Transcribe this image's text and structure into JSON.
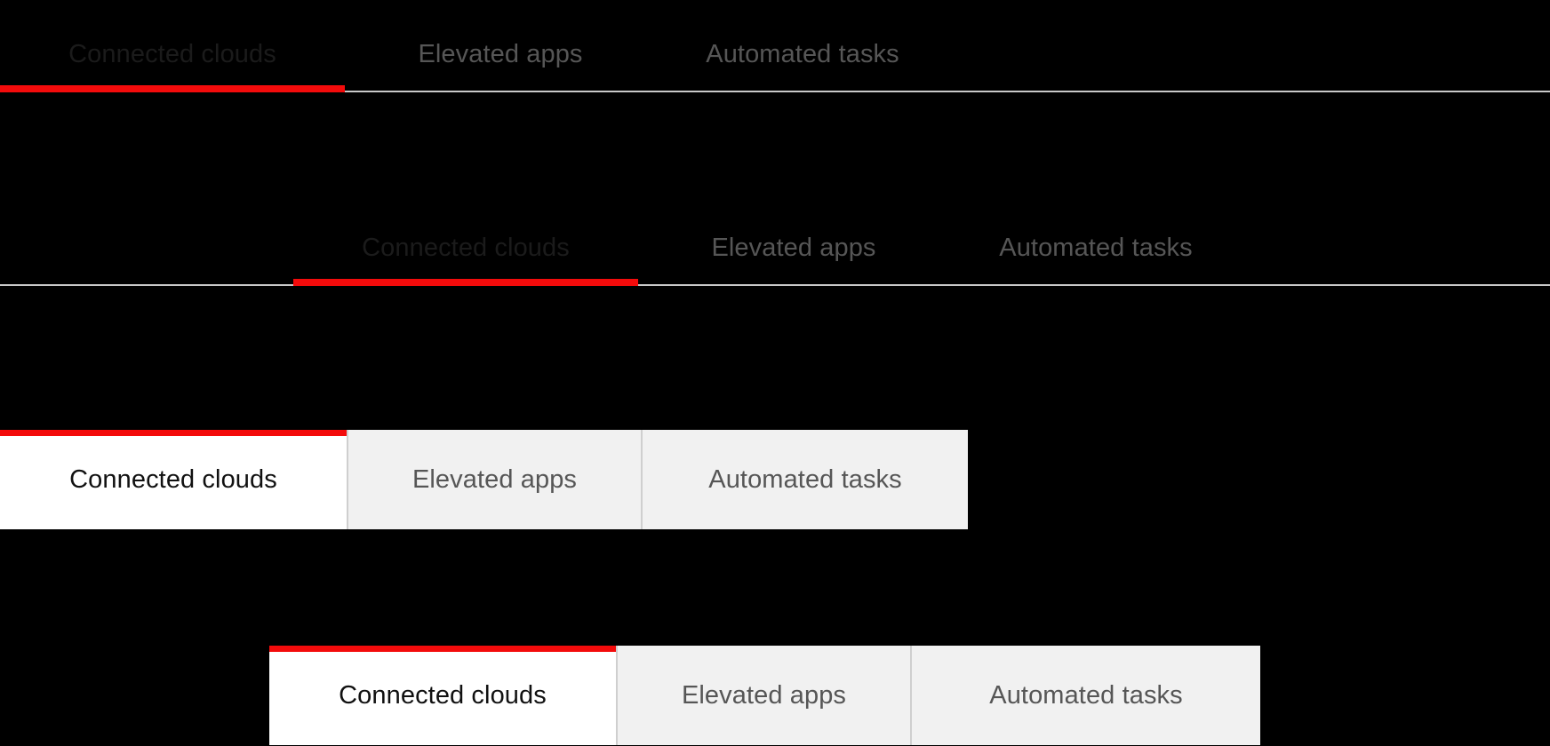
{
  "page": {
    "background_color": "#000000",
    "accent_color": "#f30b0b",
    "active_text_color_on_dark": "#1b1b1b",
    "active_text_color_on_light": "#111111",
    "inactive_text_color": "#565656",
    "inactive_tab_background": "#f1f1f1",
    "active_tab_background": "#ffffff",
    "divider_color": "#cfcfcf",
    "baseline_color": "#c9c9c9"
  },
  "variants": [
    {
      "id": "underline-flush",
      "style": "underline",
      "tabs": [
        {
          "label": "Connected clouds",
          "state": "active"
        },
        {
          "label": "Elevated apps",
          "state": "inactive"
        },
        {
          "label": "Automated tasks",
          "state": "inactive"
        }
      ]
    },
    {
      "id": "underline-indented",
      "style": "underline",
      "tabs": [
        {
          "label": "Connected clouds",
          "state": "active"
        },
        {
          "label": "Elevated apps",
          "state": "inactive"
        },
        {
          "label": "Automated tasks",
          "state": "inactive"
        }
      ]
    },
    {
      "id": "boxed-flush",
      "style": "boxed",
      "tabs": [
        {
          "label": "Connected clouds",
          "state": "active"
        },
        {
          "label": "Elevated apps",
          "state": "inactive"
        },
        {
          "label": "Automated tasks",
          "state": "inactive"
        }
      ]
    },
    {
      "id": "boxed-indented",
      "style": "boxed",
      "tabs": [
        {
          "label": "Connected clouds",
          "state": "active"
        },
        {
          "label": "Elevated apps",
          "state": "inactive"
        },
        {
          "label": "Automated tasks",
          "state": "inactive"
        }
      ]
    }
  ]
}
